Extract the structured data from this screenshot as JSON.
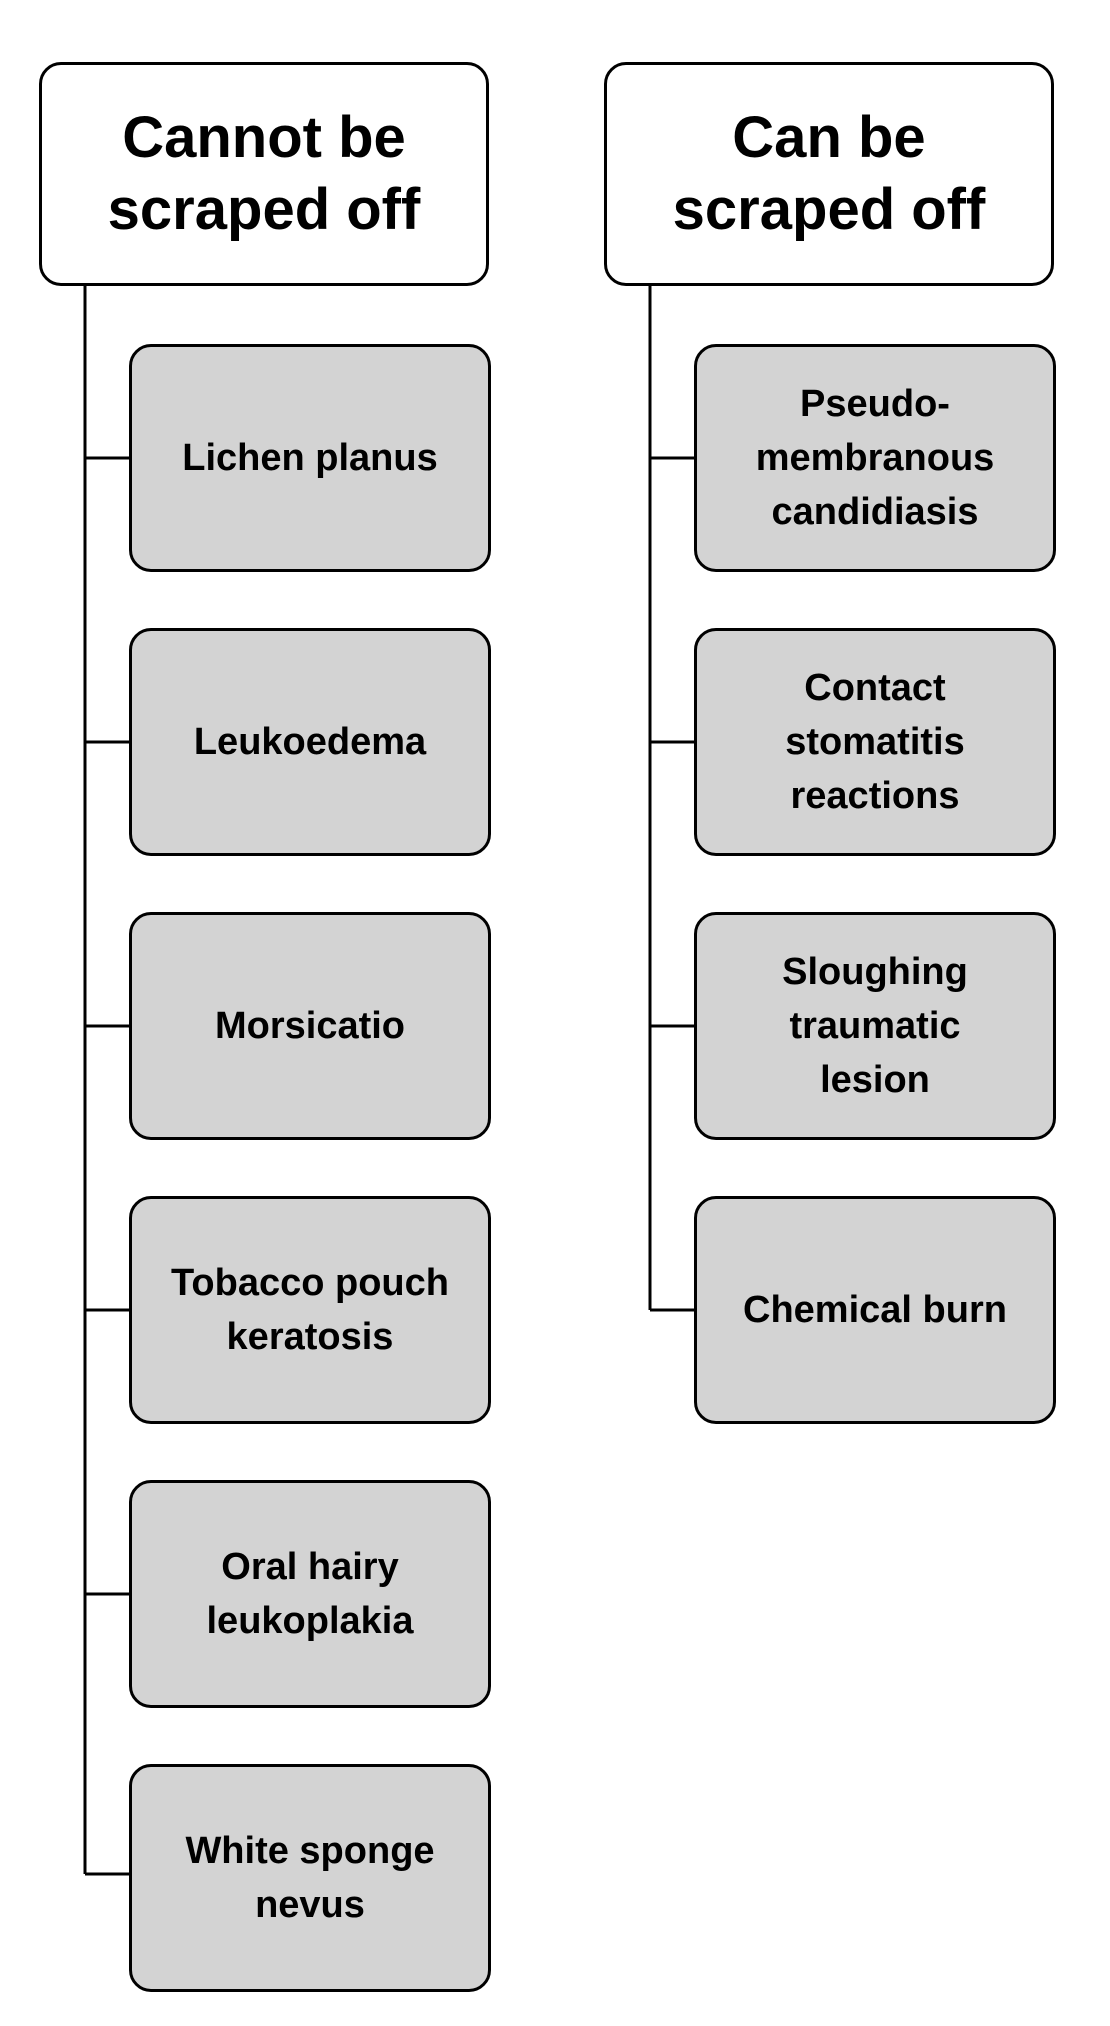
{
  "left_column": {
    "header": "Cannot be\nscraped off",
    "items": [
      "Lichen planus",
      "Leukoedema",
      "Morsicatio",
      "Tobacco pouch\nkeratosis",
      "Oral hairy\nleukoplakia",
      "White sponge\nnevus"
    ]
  },
  "right_column": {
    "header": "Can be\nscraped off",
    "items": [
      "Pseudo-\nmembranous\ncandidiasis",
      "Contact\nstomatitis\nreactions",
      "Sloughing\ntraumatic\nlesion",
      "Chemical burn"
    ]
  },
  "colors": {
    "header_fill": "#ffffff",
    "item_fill": "#d3d3d3",
    "stroke": "#000000"
  }
}
